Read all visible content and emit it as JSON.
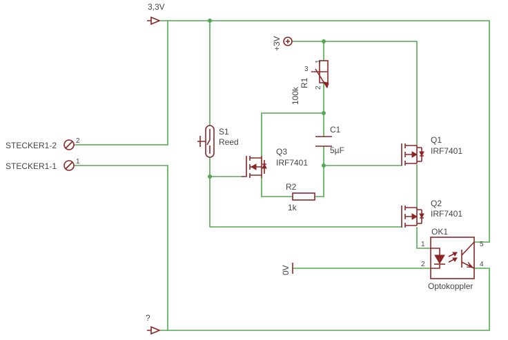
{
  "nets": {
    "vcc_label": "3,3V",
    "plus3v_label": "+3V",
    "gnd_label": "0V",
    "unknown_label": "?"
  },
  "connector": {
    "pin2_name": "STECKER1-2",
    "pin2_num": "2",
    "pin1_name": "STECKER1-1",
    "pin1_num": "1"
  },
  "parts": {
    "s1_name": "S1",
    "s1_value": "Reed",
    "r1_name": "R1",
    "r1_value": "100k",
    "r1_pin1": "1",
    "r1_pin2": "2",
    "r1_pin3": "3",
    "c1_name": "C1",
    "c1_value": "5µF",
    "q1_name": "Q1",
    "q1_value": "IRF7401",
    "q2_name": "Q2",
    "q2_value": "IRF7401",
    "q3_name": "Q3",
    "q3_value": "IRF7401",
    "r2_name": "R2",
    "r2_value": "1k",
    "ok1_name": "OK1",
    "ok1_value": "Optokoppler",
    "ok1_pin1": "1",
    "ok1_pin2": "2",
    "ok1_pin4": "4",
    "ok1_pin5": "5"
  },
  "colors": {
    "wire": "#52a852",
    "symbol": "#8b2525",
    "text": "#444444",
    "background": "#ffffff"
  }
}
